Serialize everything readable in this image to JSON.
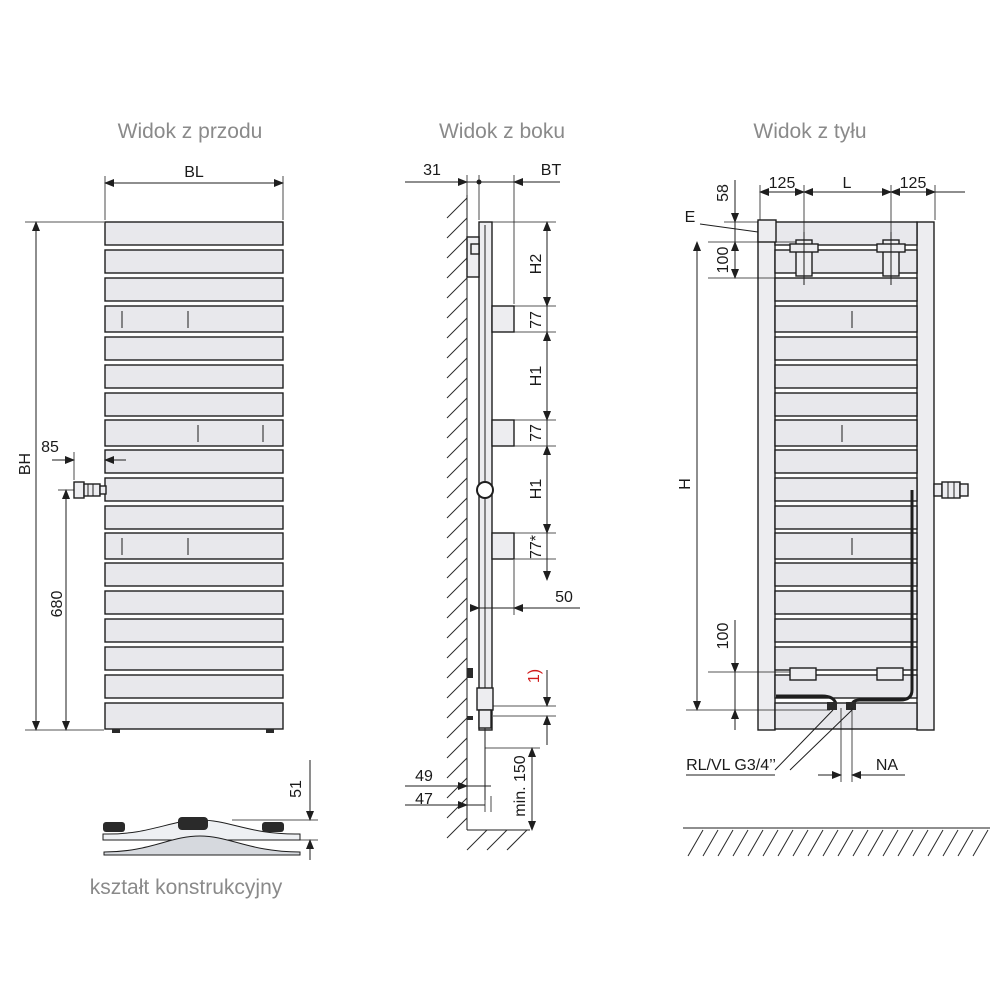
{
  "views": {
    "front": {
      "title": "Widok z przodu",
      "dims": {
        "width": "BL",
        "height": "BH",
        "valve_offset": "85",
        "valve_height": "680"
      }
    },
    "side": {
      "title": "Widok z boku",
      "dims": {
        "wall_gap": "31",
        "depth": "BT",
        "h2": "H2",
        "h1_upper": "H1",
        "h1_lower": "H1",
        "pitch_a": "77",
        "pitch_b": "77",
        "pitch_c": "77*",
        "bracket": "50",
        "note": "1)",
        "wall_a": "49",
        "wall_b": "47",
        "floor_min": "min. 150"
      }
    },
    "back": {
      "title": "Widok z tyłu",
      "dims": {
        "left_125": "125",
        "mid": "L",
        "right_125": "125",
        "top": "58",
        "e_label": "E",
        "upper_100": "100",
        "height": "H",
        "lower_100": "100",
        "connection": "RL/VL G3/4’’",
        "na": "NA"
      }
    },
    "section": {
      "caption": "kształt konstrukcyjny",
      "dim": "51"
    }
  },
  "colors": {
    "fill": "#e8e8ec",
    "line": "#1e1e1e",
    "title": "#8a8a8a",
    "note": "#d11a1a"
  }
}
